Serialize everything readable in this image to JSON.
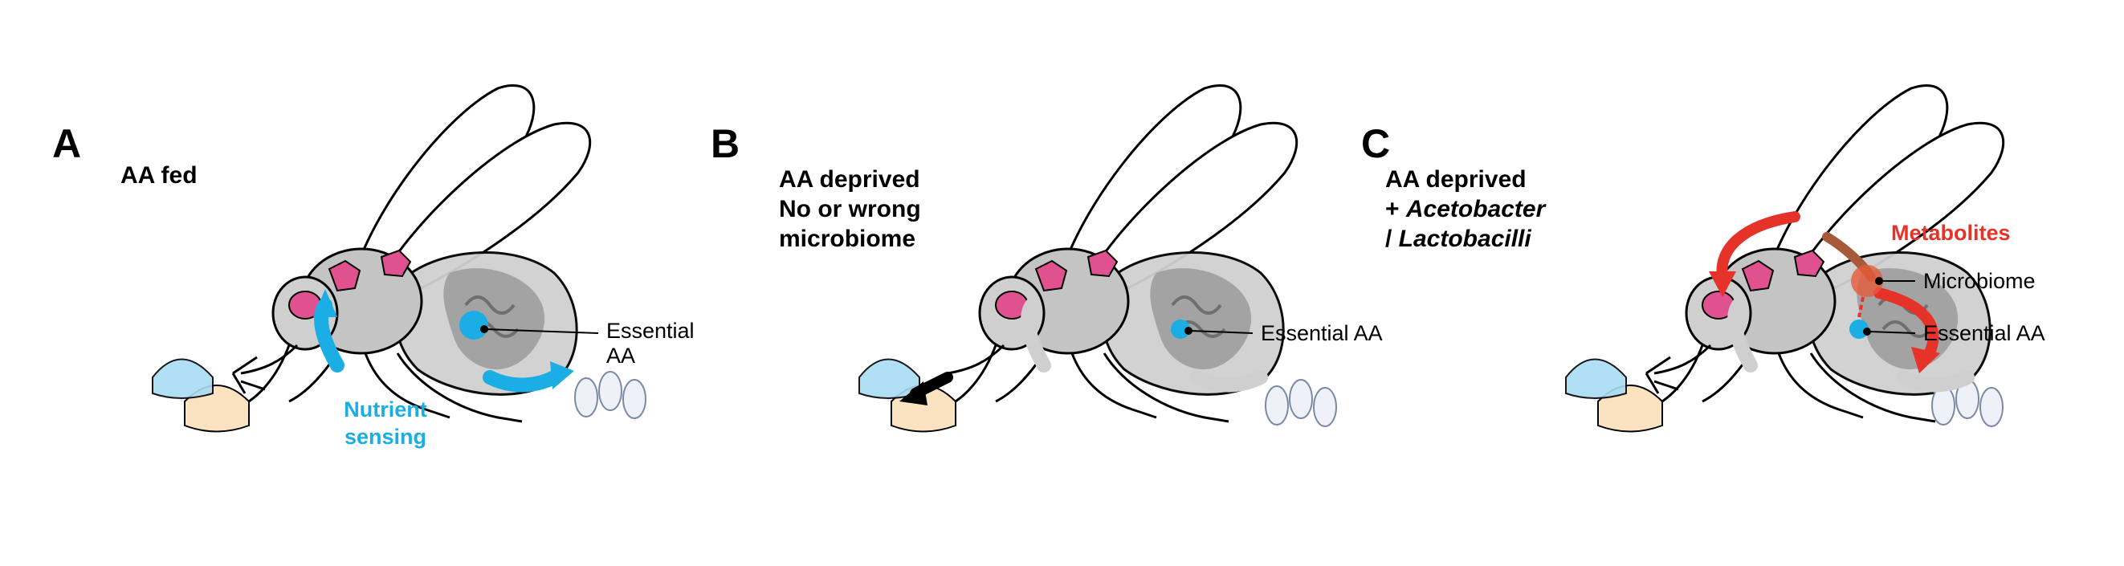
{
  "panels": [
    {
      "letter": "A",
      "condition_lines": [
        "AA fed"
      ],
      "labels": {
        "essential_aa": "Essential AA",
        "nutrient_sensing_1": "Nutrient",
        "nutrient_sensing_2": "sensing"
      }
    },
    {
      "letter": "B",
      "condition_lines": [
        "AA deprived",
        "No or wrong",
        "microbiome"
      ],
      "labels": {
        "essential_aa": "Essential AA"
      }
    },
    {
      "letter": "C",
      "condition_lines": [
        "AA deprived",
        "+ ",
        "Acetobacter",
        "/ ",
        "Lactobacilli"
      ],
      "labels": {
        "essential_aa": "Essential AA",
        "microbiome": "Microbiome",
        "metabolites": "Metabolites"
      }
    }
  ],
  "colors": {
    "nutrient_blue": "#1aaee5",
    "metabolite_red": "#e63329",
    "fly_pink": "#e0528f",
    "abdomen_gray": "#a9a9a9",
    "food_cream": "#fbe3c2",
    "droplet_blue": "#a9dcf5",
    "microbiome_brown": "#a65a3a"
  }
}
